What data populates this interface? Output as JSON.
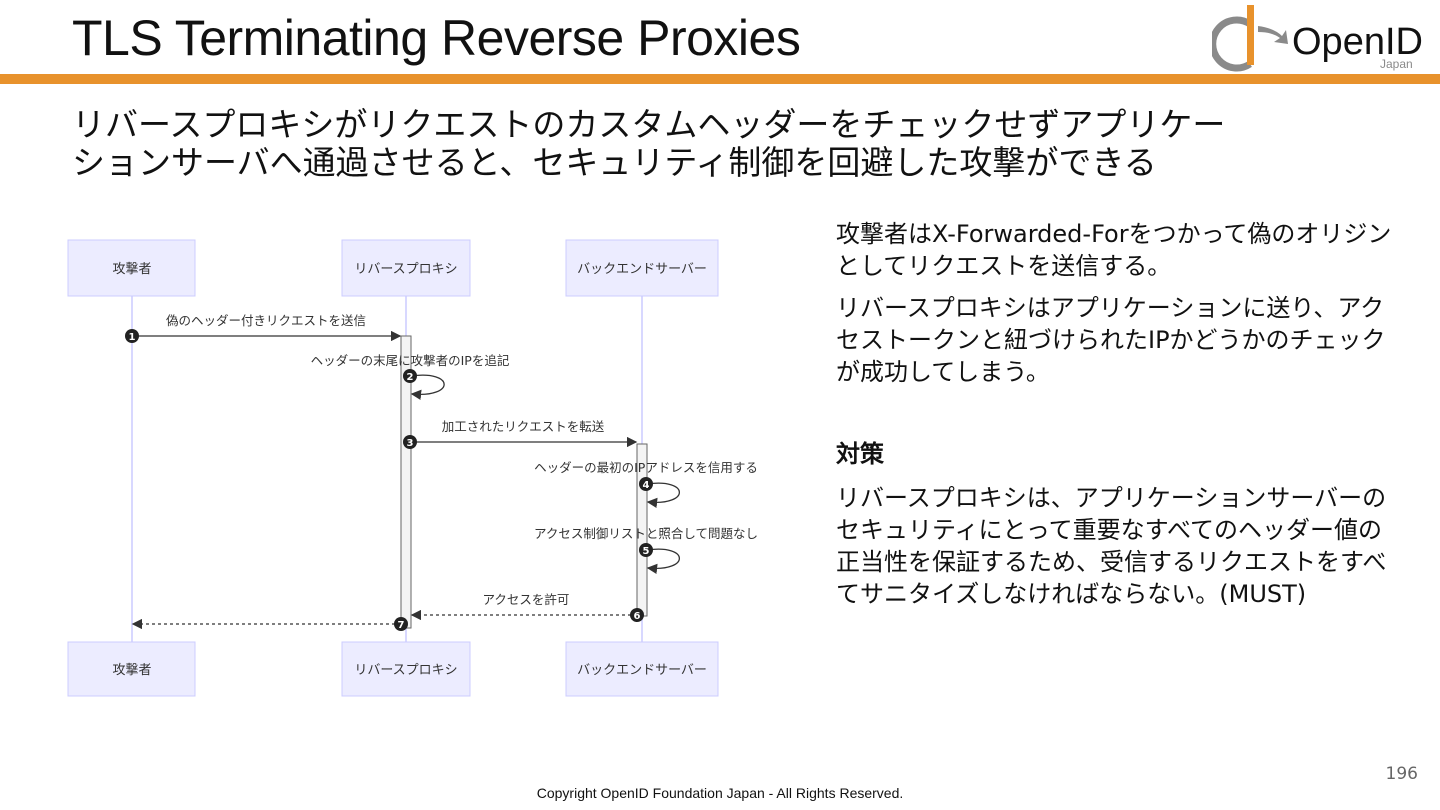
{
  "slide": {
    "title": "TLS Terminating Reverse Proxies",
    "subtitle_line1": "リバースプロキシがリクエストのカスタムヘッダーをチェックせずアプリケー",
    "subtitle_line2": "ションサーバへ通過させると、セキュリティ制御を回避した攻撃ができる",
    "page_number": "196",
    "copyright": "Copyright OpenID Foundation Japan - All Rights Reserved."
  },
  "logo": {
    "text": "OpenID",
    "sub": "Japan",
    "accent_color": "#E8922C",
    "gray_color": "#8A8A8A"
  },
  "colors": {
    "accent": "#E8922C",
    "participant_fill": "#ECECFF",
    "participant_stroke": "#CCCCFF"
  },
  "diagram": {
    "participants": [
      "攻撃者",
      "リバースプロキシ",
      "バックエンドサーバー"
    ],
    "messages": [
      {
        "num": "1",
        "label": "偽のヘッダー付きリクエストを送信"
      },
      {
        "num": "2",
        "label": "ヘッダーの末尾に攻撃者のIPを追記"
      },
      {
        "num": "3",
        "label": "加工されたリクエストを転送"
      },
      {
        "num": "4",
        "label": "ヘッダーの最初のIPアドレスを信用する"
      },
      {
        "num": "5",
        "label": "アクセス制御リストと照合して問題なし"
      },
      {
        "num": "6",
        "label": "アクセスを許可"
      },
      {
        "num": "7",
        "label": ""
      }
    ]
  },
  "right": {
    "p1": "攻撃者はX-Forwarded-Forをつかって偽のオリジンとしてリクエストを送信する。",
    "p2": "リバースプロキシはアプリケーションに送り、アクセストークンと紐づけられたIPかどうかのチェックが成功してしまう。",
    "heading": "対策",
    "p3": "リバースプロキシは、アプリケーションサーバーのセキュリティにとって重要なすべてのヘッダー値の正当性を保証するため、受信するリクエストをすべてサニタイズしなければならない。(MUST)"
  }
}
